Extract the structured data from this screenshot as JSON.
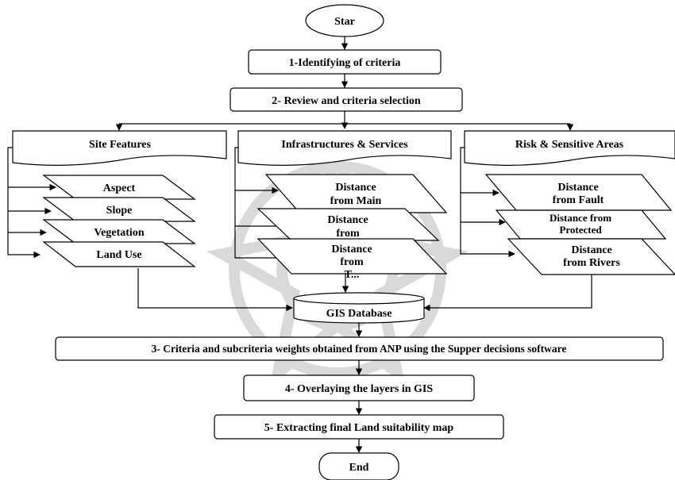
{
  "start_label": "Star",
  "end_label": "End",
  "steps": {
    "step1": "1-Identifying of criteria",
    "step2": "2- Review and criteria selection",
    "step3": "3- Criteria and subcriteria weights obtained from ANP using the Supper decisions software",
    "step4": "4- Overlaying the layers in GIS",
    "step5": "5- Extracting final Land suitability map"
  },
  "database_label": "GIS Database",
  "groups": [
    {
      "title": "Site Features",
      "items": [
        {
          "lines": [
            "Aspect"
          ]
        },
        {
          "lines": [
            "Slope"
          ]
        },
        {
          "lines": [
            "Vegetation"
          ]
        },
        {
          "lines": [
            "Land Use"
          ]
        }
      ]
    },
    {
      "title": "Infrastructures & Services",
      "items": [
        {
          "lines": [
            "Distance",
            "from Main"
          ]
        },
        {
          "lines": [
            "Distance",
            "from"
          ]
        },
        {
          "lines": [
            "Distance",
            "from",
            "T..."
          ]
        }
      ]
    },
    {
      "title": "Risk & Sensitive Areas",
      "items": [
        {
          "lines": [
            "Distance",
            "from Fault"
          ]
        },
        {
          "lines": [
            "Distance from",
            "Protected"
          ]
        },
        {
          "lines": [
            "Distance",
            "from Rivers"
          ]
        }
      ]
    }
  ]
}
